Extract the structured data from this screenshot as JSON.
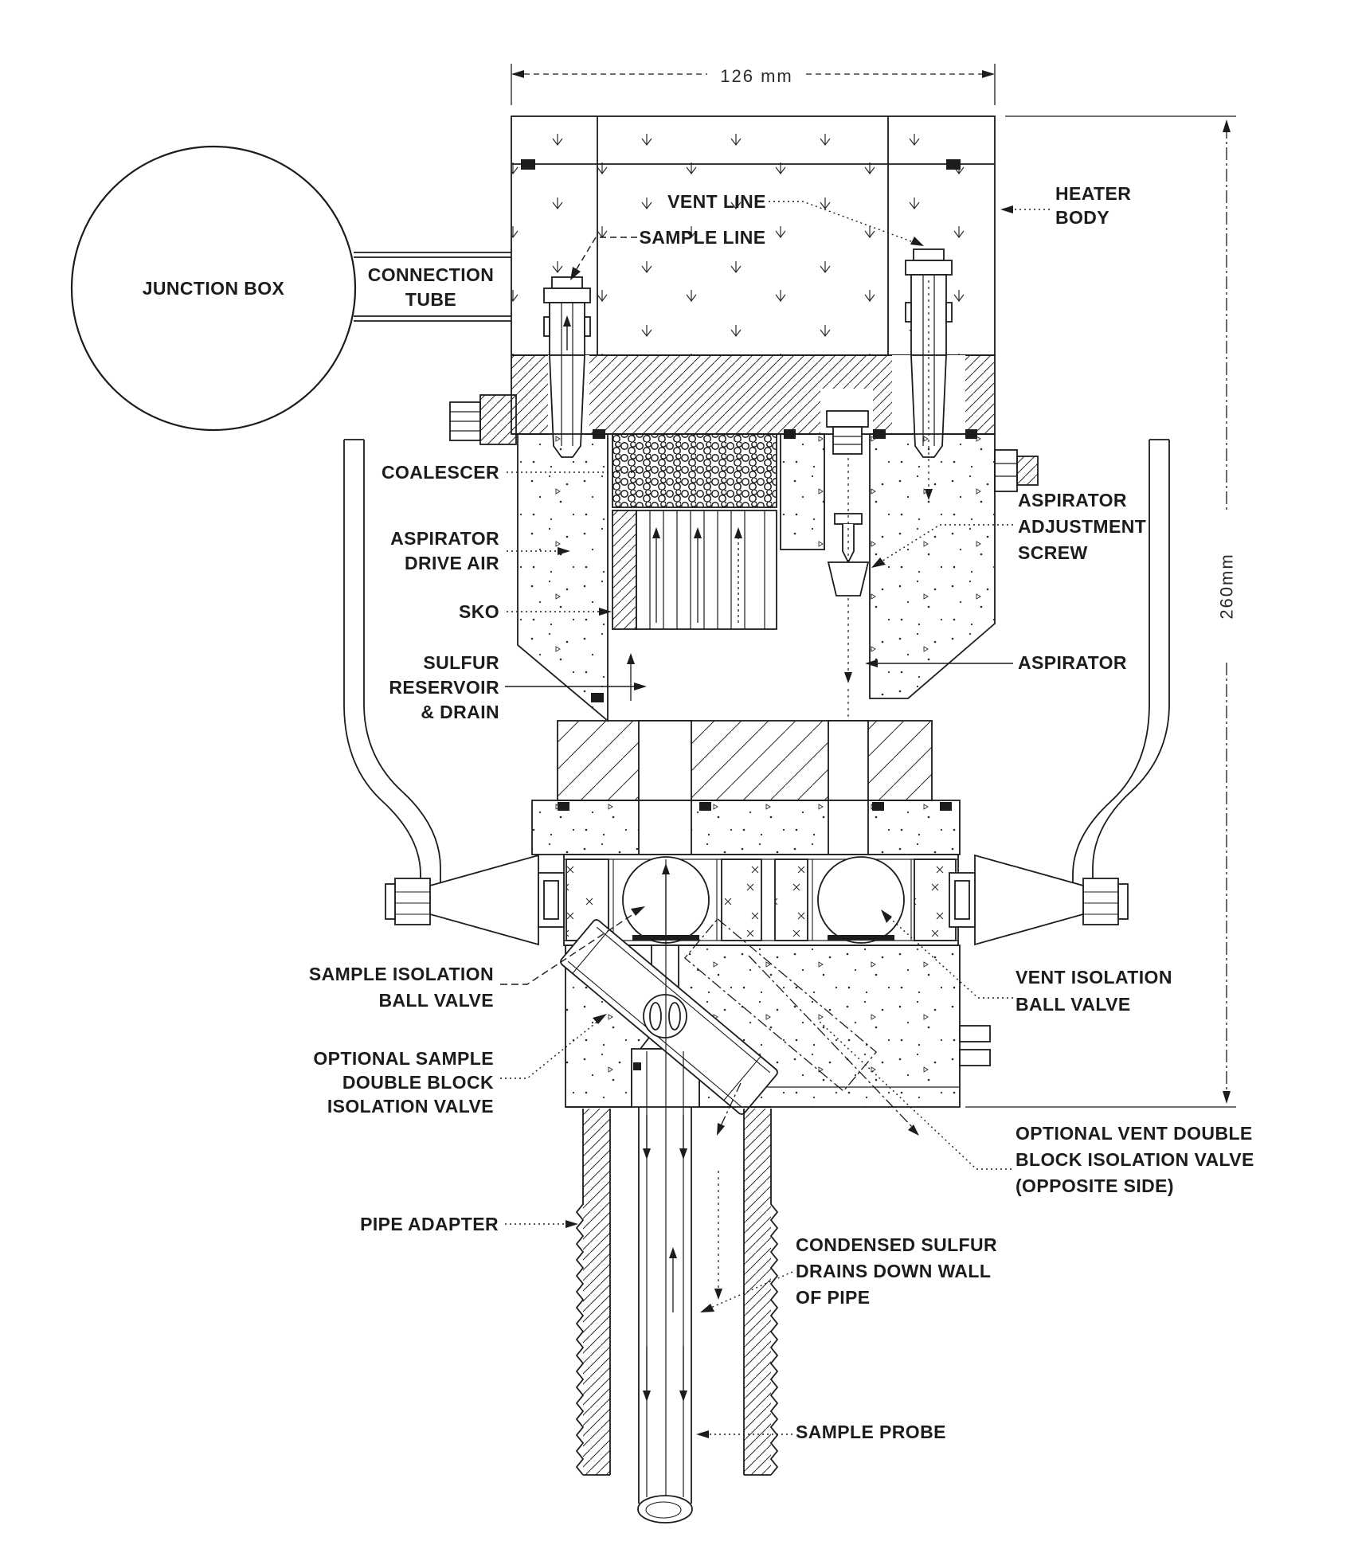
{
  "diagram": {
    "kind": "sulfur-sample-probe-cross-section",
    "colors": {
      "line": "#1c1c1c",
      "background": "#ffffff"
    }
  },
  "dimensions": {
    "width": "126 mm",
    "height": "260mm"
  },
  "labels": {
    "junction_box": {
      "lines": [
        "JUNCTION BOX"
      ]
    },
    "connection_tube": {
      "lines": [
        "CONNECTION",
        "TUBE"
      ]
    },
    "vent_line": {
      "lines": [
        "VENT LINE"
      ]
    },
    "sample_line": {
      "lines": [
        "SAMPLE LINE"
      ]
    },
    "heater_body": {
      "lines": [
        "HEATER",
        "BODY"
      ]
    },
    "coalescer": {
      "lines": [
        "COALESCER"
      ]
    },
    "aspirator_drive_air": {
      "lines": [
        "ASPIRATOR",
        "DRIVE AIR"
      ]
    },
    "sko": {
      "lines": [
        "SKO"
      ]
    },
    "sulfur_reservoir_drain": {
      "lines": [
        "SULFUR",
        "RESERVOIR",
        "& DRAIN"
      ]
    },
    "aspirator_adjustment_screw": {
      "lines": [
        "ASPIRATOR",
        "ADJUSTMENT",
        "SCREW"
      ]
    },
    "aspirator": {
      "lines": [
        "ASPIRATOR"
      ]
    },
    "sample_isolation_ball_valve": {
      "lines": [
        "SAMPLE ISOLATION",
        "BALL VALVE"
      ]
    },
    "optional_sample_double_block": {
      "lines": [
        "OPTIONAL SAMPLE",
        "DOUBLE BLOCK",
        "ISOLATION VALVE"
      ]
    },
    "vent_isolation_ball_valve": {
      "lines": [
        "VENT ISOLATION",
        "BALL VALVE"
      ]
    },
    "optional_vent_double_block": {
      "lines": [
        "OPTIONAL VENT DOUBLE",
        "BLOCK ISOLATION VALVE",
        "(OPPOSITE SIDE)"
      ]
    },
    "pipe_adapter": {
      "lines": [
        "PIPE ADAPTER"
      ]
    },
    "condensed_sulfur": {
      "lines": [
        "CONDENSED SULFUR",
        "DRAINS DOWN WALL",
        "OF PIPE"
      ]
    },
    "sample_probe": {
      "lines": [
        "SAMPLE PROBE"
      ]
    }
  }
}
